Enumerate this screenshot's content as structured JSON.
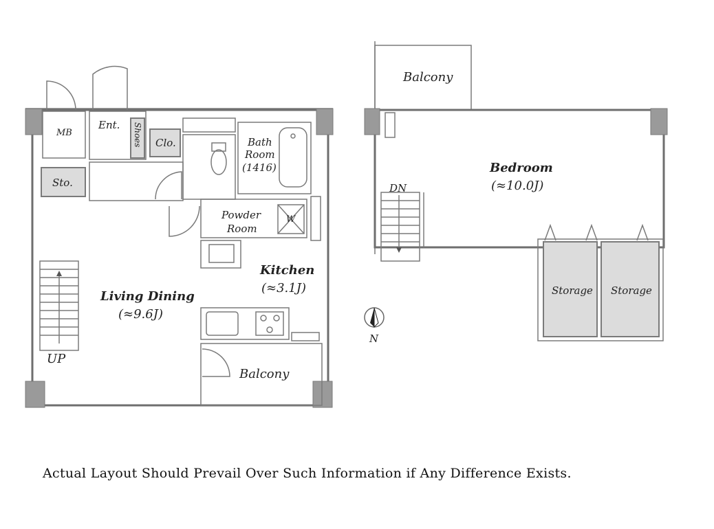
{
  "rooms": {
    "mb": "MB",
    "ent": "Ent.",
    "shoes": "Shoes",
    "clo": "Clo.",
    "bath_line1": "Bath",
    "bath_line2": "Room",
    "bath_line3": "(1416)",
    "sto": "Sto.",
    "powder_line1": "Powder",
    "powder_line2": "Room",
    "w": "W",
    "kitchen": "Kitchen",
    "kitchen_size": "(≈3.1J)",
    "living": "Living Dining",
    "living_size": "(≈9.6J)",
    "up": "UP",
    "balcony_lower": "Balcony",
    "balcony_upper": "Balcony",
    "bedroom": "Bedroom",
    "bedroom_size": "(≈10.0J)",
    "dn": "DN",
    "storage1": "Storage",
    "storage2": "Storage",
    "north": "N"
  },
  "disclaimer": "Actual Layout Should Prevail Over Such Information if Any Difference Exists."
}
